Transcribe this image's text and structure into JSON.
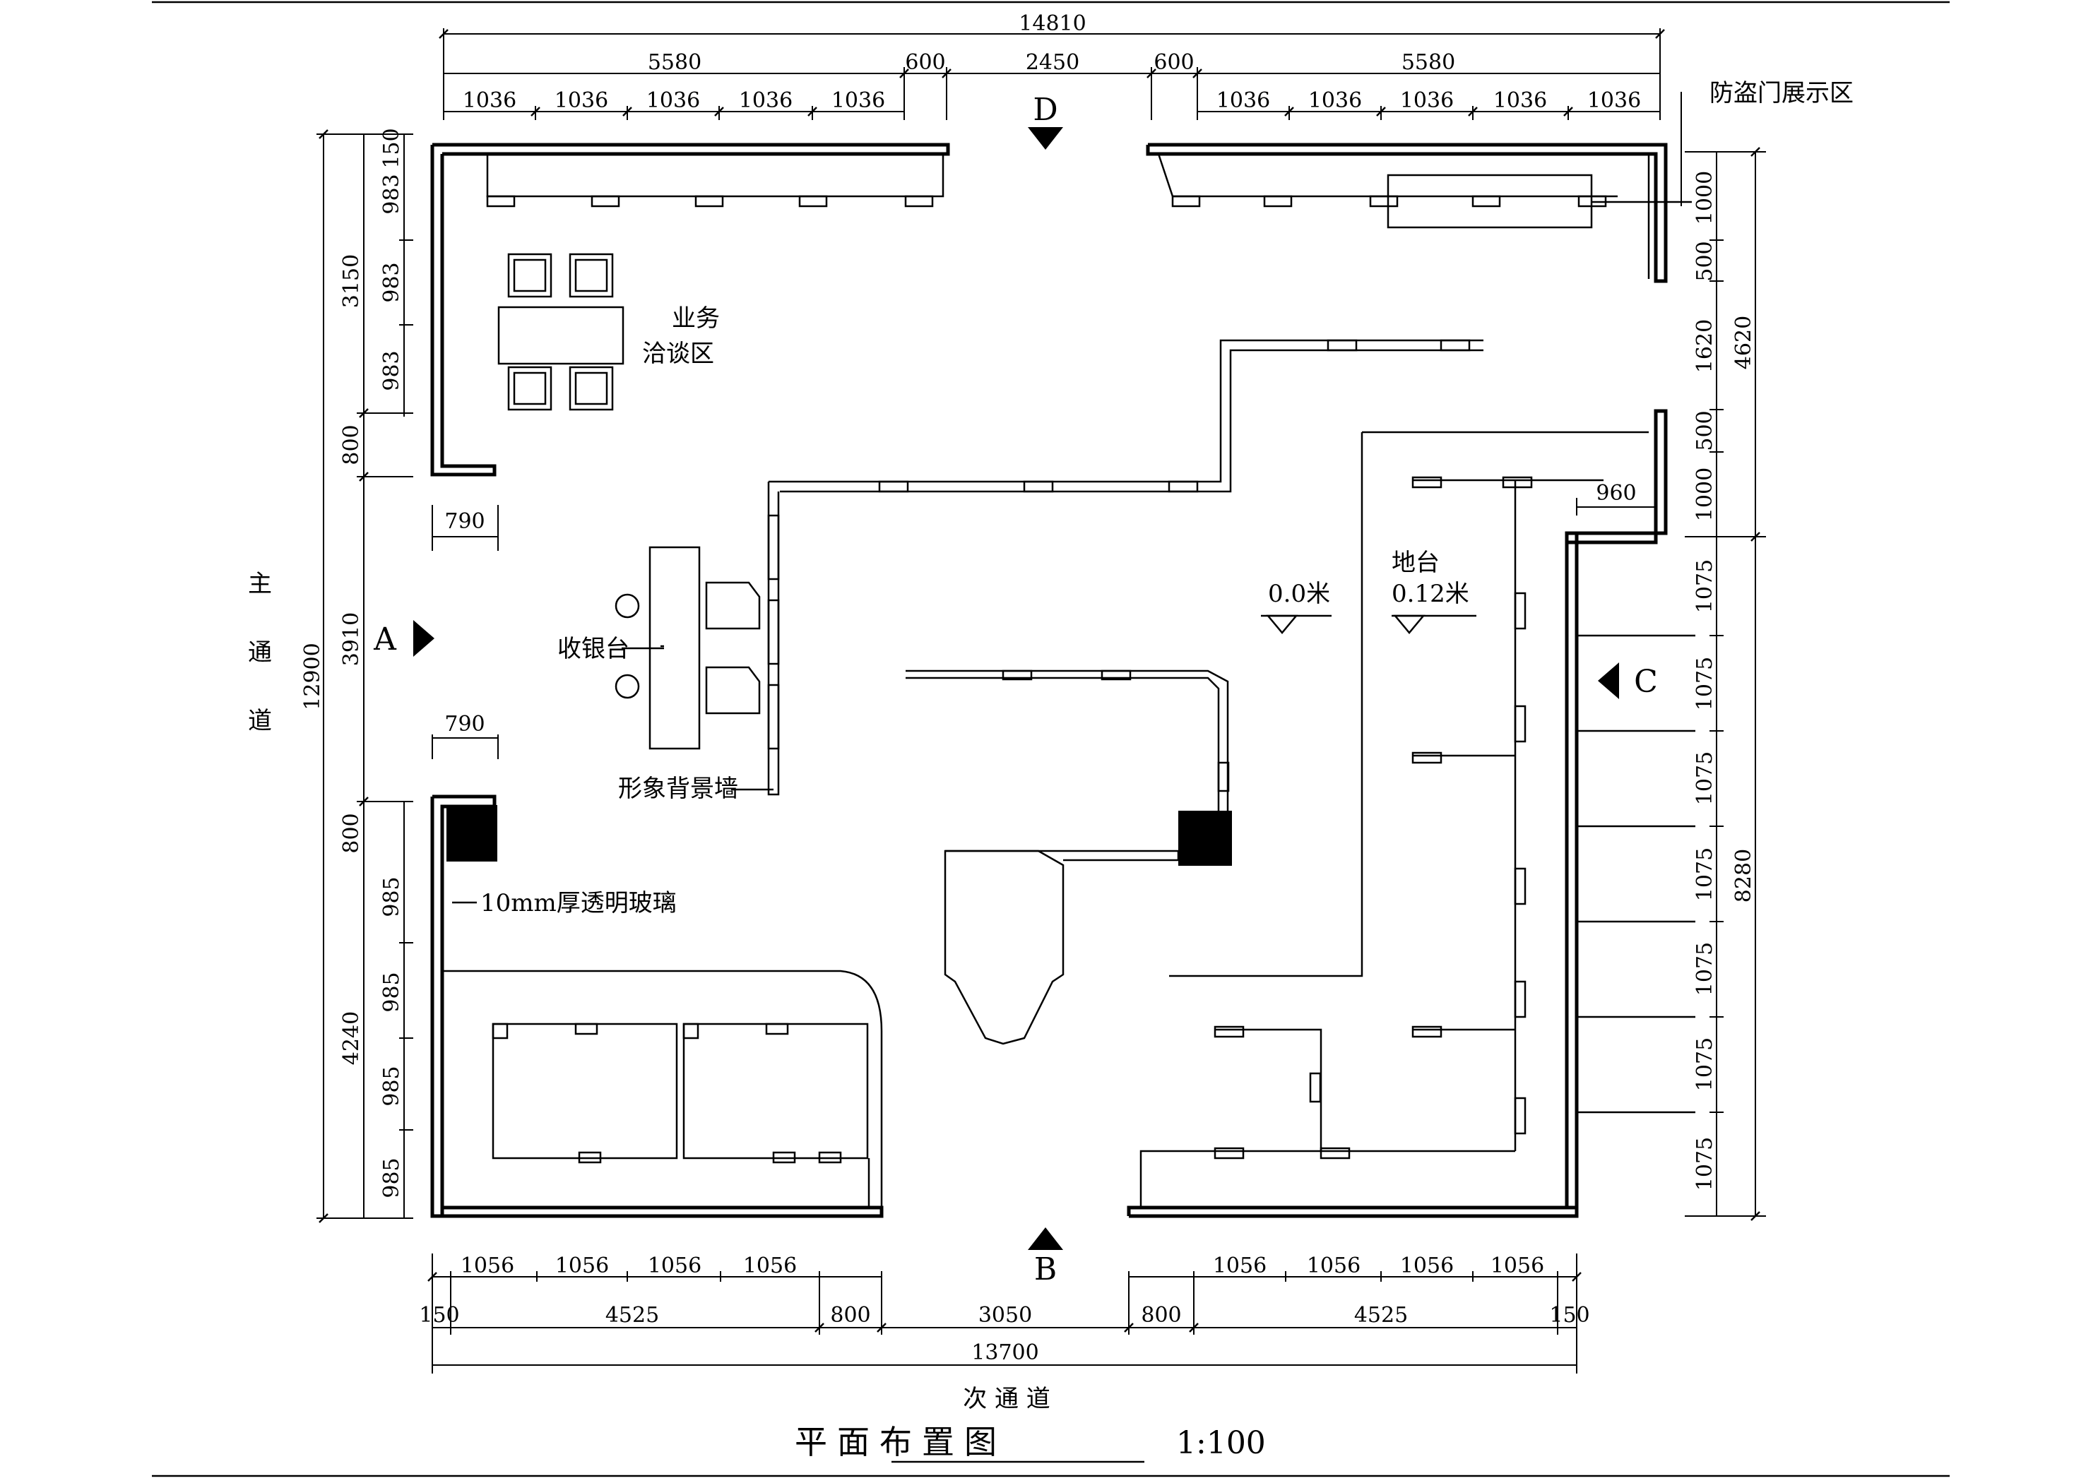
{
  "title": "平面布置图",
  "scale": "1:100",
  "channels": {
    "main_chars": [
      "主",
      "通",
      "道"
    ],
    "secondary": "次 通 道"
  },
  "entrances": {
    "a": "A",
    "b": "B",
    "c": "C",
    "d": "D"
  },
  "labels": {
    "business_zone_1": "业务",
    "business_zone_2": "洽谈区",
    "cashier": "收银台",
    "image_wall": "形象背景墙",
    "glass": "10mm厚透明玻璃",
    "door_display": "防盗门展示区",
    "floor_level": "0.0米",
    "platform": "地台",
    "platform_level": "0.12米"
  },
  "dims": {
    "top_total": "14810",
    "top_seg": [
      "5580",
      "600",
      "2450",
      "600",
      "5580"
    ],
    "top_sub_left": [
      "1036",
      "1036",
      "1036",
      "1036",
      "1036"
    ],
    "top_sub_right": [
      "1036",
      "1036",
      "1036",
      "1036",
      "1036"
    ],
    "left_total": "12900",
    "left_seg": [
      "3150",
      "800",
      "3910",
      "800",
      "4240"
    ],
    "left_sub_top": [
      "150",
      "983",
      "983",
      "983"
    ],
    "left_sub_bottom": [
      "985",
      "985",
      "985",
      "985"
    ],
    "opening_left_1": "790",
    "opening_left_2": "790",
    "bottom_sub_left": [
      "1056",
      "1056",
      "1056",
      "1056"
    ],
    "bottom_sub_right": [
      "1056",
      "1056",
      "1056",
      "1056"
    ],
    "bottom_seg": [
      "150",
      "4525",
      "800",
      "3050",
      "800",
      "4525",
      "150"
    ],
    "bottom_total": "13700",
    "right_seg_1": [
      "1000",
      "500",
      "1620",
      "500",
      "1000"
    ],
    "right_total_1": "4620",
    "right_opening": "960",
    "right_sub": [
      "1075",
      "1075",
      "1075",
      "1075",
      "1075",
      "1075",
      "1075"
    ],
    "right_total_2": "8280"
  }
}
